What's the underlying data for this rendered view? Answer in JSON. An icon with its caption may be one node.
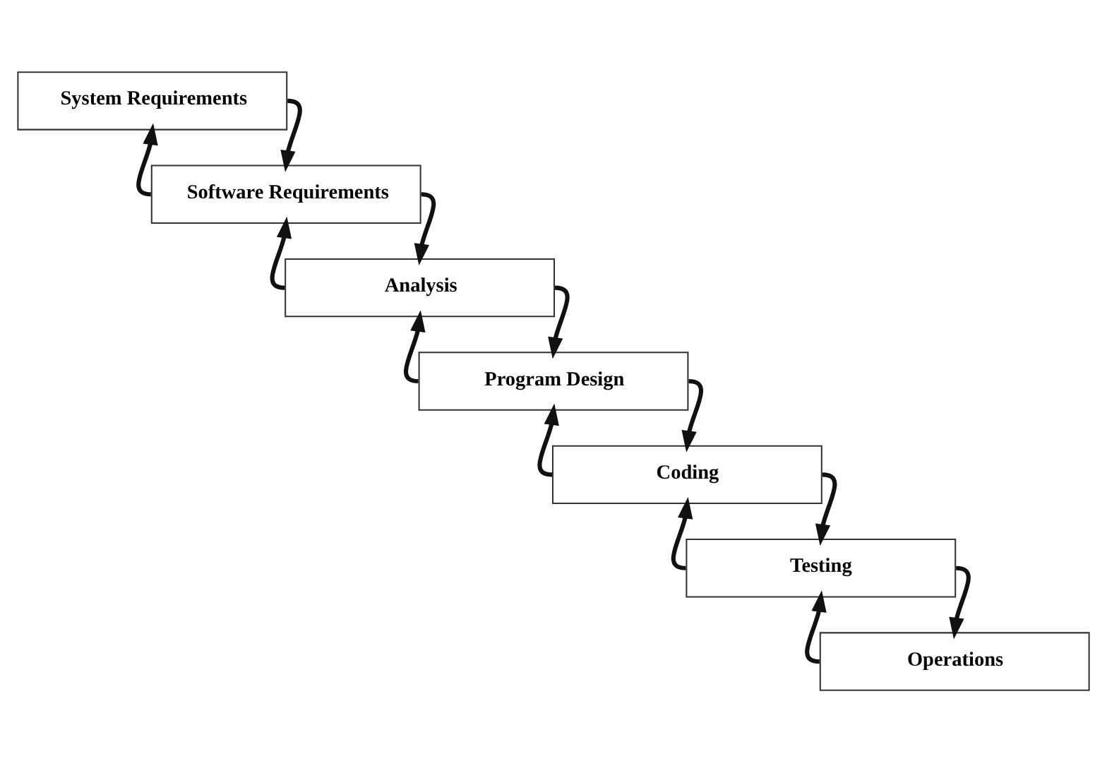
{
  "diagram": {
    "nodes": [
      {
        "text": [
          "System Requirements"
        ]
      },
      {
        "text": [
          "Software Requirements"
        ]
      },
      {
        "text": [
          "Analysis"
        ]
      },
      {
        "text": [
          "Program Design"
        ]
      },
      {
        "text": [
          "Coding"
        ]
      },
      {
        "text": [
          "Testing"
        ]
      },
      {
        "text": [
          "Operations"
        ]
      }
    ],
    "edges": [
      {
        "from": 0,
        "to": 1,
        "arrow": "to"
      },
      {
        "from": 1,
        "to": 0,
        "arrow": "to"
      },
      {
        "from": 1,
        "to": 2,
        "arrow": "to"
      },
      {
        "from": 2,
        "to": 1,
        "arrow": "to"
      },
      {
        "from": 2,
        "to": 3,
        "arrow": "to"
      },
      {
        "from": 3,
        "to": 2,
        "arrow": "to"
      },
      {
        "from": 3,
        "to": 4,
        "arrow": "to"
      },
      {
        "from": 4,
        "to": 3,
        "arrow": "to"
      },
      {
        "from": 4,
        "to": 5,
        "arrow": "to"
      },
      {
        "from": 5,
        "to": 4,
        "arrow": "to"
      },
      {
        "from": 5,
        "to": 6,
        "arrow": "to"
      },
      {
        "from": 6,
        "to": 5,
        "arrow": "to"
      }
    ]
  }
}
